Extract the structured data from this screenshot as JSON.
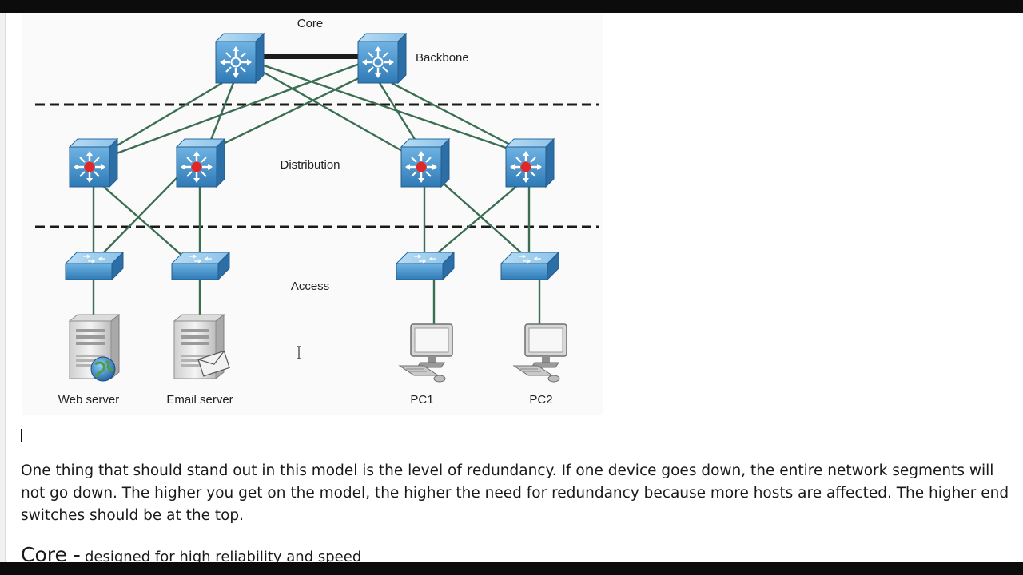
{
  "diagram": {
    "layers": {
      "core": "Core",
      "backbone": "Backbone",
      "distribution": "Distribution",
      "access": "Access"
    },
    "endpoints": {
      "web_server": "Web server",
      "email_server": "Email server",
      "pc1": "PC1",
      "pc2": "PC2"
    }
  },
  "paragraph": "One thing that should stand out in this model is the level of redundancy. If one device goes down, the entire network segments will not go down. The higher you get on the model, the higher the need for redundancy because more hosts are affected. The higher end switches should be at the top.",
  "section": {
    "title": "Core -",
    "text": "designed for high reliability and speed"
  },
  "colors": {
    "device_blue": "#3e8dc8",
    "link_green": "#3b6e52",
    "red_core": "#e02828"
  }
}
